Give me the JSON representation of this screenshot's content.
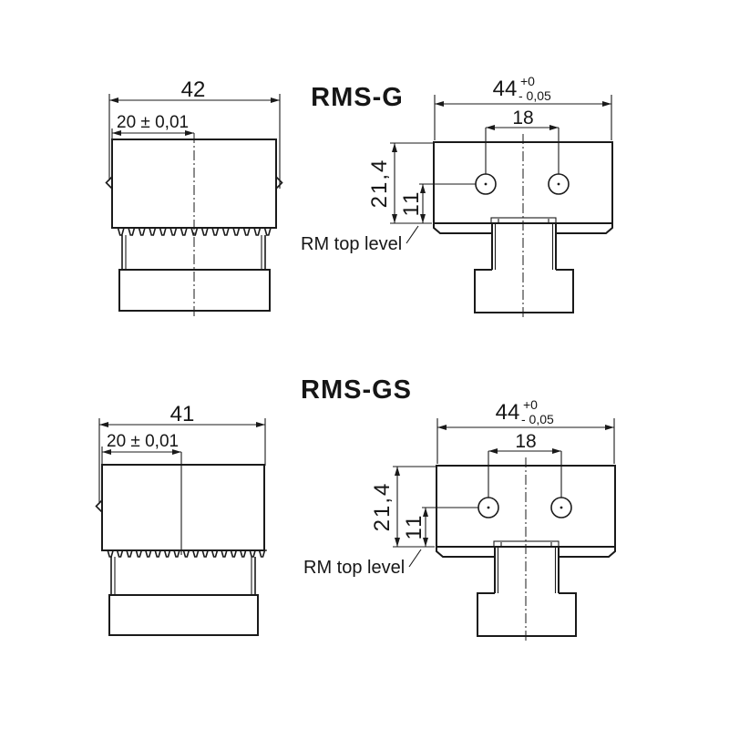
{
  "background": "#ffffff",
  "ink": "#1a1a1a",
  "views": {
    "rms_g": {
      "title": "RMS-G",
      "front": {
        "overall_width": "42",
        "tooth_offset": "20 ± 0,01"
      }
    },
    "rms_gs": {
      "title": "RMS-GS",
      "front": {
        "overall_width": "41",
        "tooth_offset": "20 ± 0,01"
      }
    },
    "side": {
      "overall_width": "44",
      "tol_upper": "+0",
      "tol_lower": "- 0,05",
      "hole_spacing": "18",
      "total_height": "21,4",
      "hole_height": "11",
      "note": "RM top level"
    }
  }
}
